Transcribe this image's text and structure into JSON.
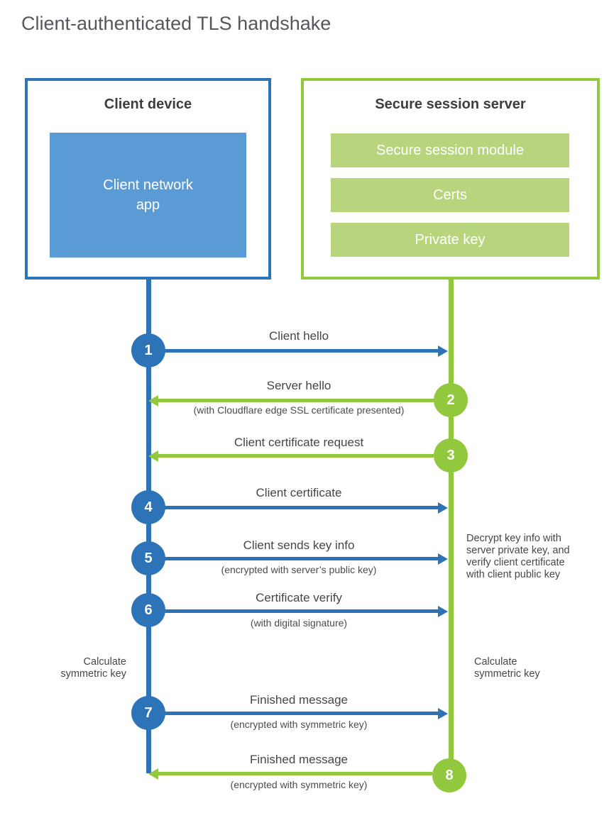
{
  "title": "Client-authenticated TLS handshake",
  "colors": {
    "blue": "#2d73b8",
    "blue_fill": "#5b9bd5",
    "green": "#92c83e",
    "green_fill": "#b8d57e"
  },
  "client": {
    "title": "Client device",
    "app_label": "Client network\napp"
  },
  "server": {
    "title": "Secure session server",
    "modules": [
      "Secure session module",
      "Certs",
      "Private key"
    ]
  },
  "steps": [
    {
      "num": "1",
      "from": "client",
      "direction": "right",
      "label": "Client hello",
      "sublabel": ""
    },
    {
      "num": "2",
      "from": "server",
      "direction": "left",
      "label": "Server hello",
      "sublabel": "(with Cloudflare edge SSL certificate presented)"
    },
    {
      "num": "3",
      "from": "server",
      "direction": "left",
      "label": "Client certificate request",
      "sublabel": ""
    },
    {
      "num": "4",
      "from": "client",
      "direction": "right",
      "label": "Client certificate",
      "sublabel": ""
    },
    {
      "num": "5",
      "from": "client",
      "direction": "right",
      "label": "Client sends key info",
      "sublabel": "(encrypted with server’s public key)"
    },
    {
      "num": "6",
      "from": "client",
      "direction": "right",
      "label": "Certificate verify",
      "sublabel": "(with digital signature)"
    },
    {
      "num": "7",
      "from": "client",
      "direction": "right",
      "label": "Finished message",
      "sublabel": "(encrypted with symmetric key)"
    },
    {
      "num": "8",
      "from": "server",
      "direction": "left",
      "label": "Finished message",
      "sublabel": "(encrypted with symmetric key)"
    }
  ],
  "notes": {
    "decrypt": "Decrypt key info with\nserver private key, and\nverify client certificate\nwith client public key",
    "calc_left": "Calculate\nsymmetric key",
    "calc_right": "Calculate\nsymmetric key"
  }
}
